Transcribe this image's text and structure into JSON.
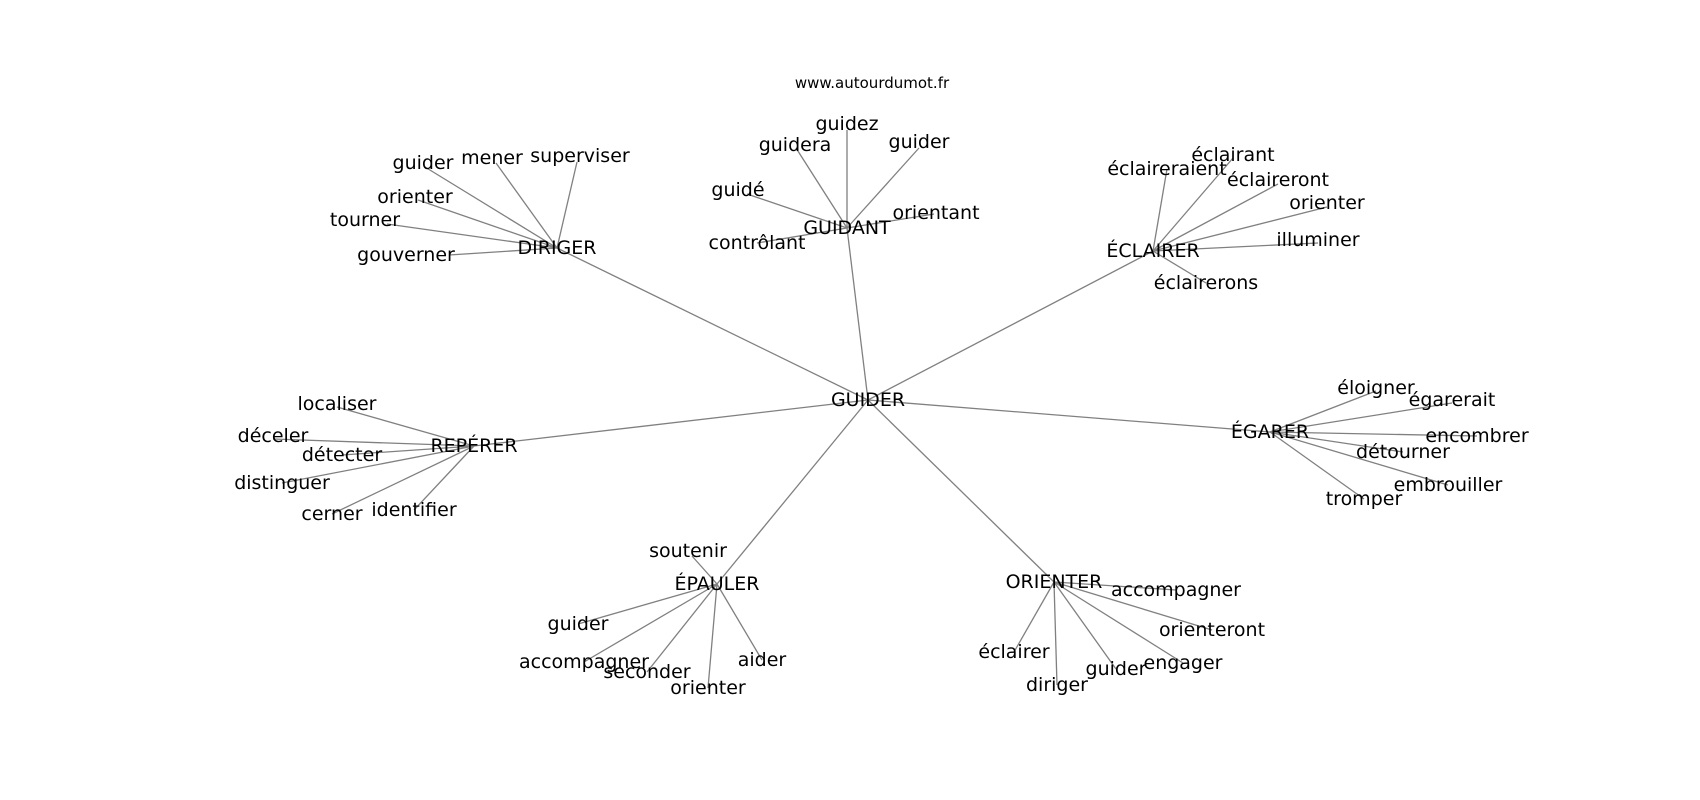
{
  "source": "www.autourdumot.fr",
  "root": "GUIDER",
  "groups": [
    {
      "name": "DIRIGER",
      "words": [
        "guider",
        "mener",
        "superviser",
        "orienter",
        "tourner",
        "gouverner"
      ]
    },
    {
      "name": "GUIDANT",
      "words": [
        "guidez",
        "guidera",
        "guider",
        "guidé",
        "orientant",
        "contrôlant"
      ]
    },
    {
      "name": "ÉCLAIRER",
      "words": [
        "éclairant",
        "éclaireraient",
        "éclaireront",
        "orienter",
        "illuminer",
        "éclairerons"
      ]
    },
    {
      "name": "REPÉRER",
      "words": [
        "localiser",
        "déceler",
        "détecter",
        "distinguer",
        "cerner",
        "identifier"
      ]
    },
    {
      "name": "ÉGARER",
      "words": [
        "éloigner",
        "égarerait",
        "encombrer",
        "détourner",
        "embrouiller",
        "tromper"
      ]
    },
    {
      "name": "ÉPAULER",
      "words": [
        "soutenir",
        "guider",
        "accompagner",
        "seconder",
        "orienter",
        "aider"
      ]
    },
    {
      "name": "ORIENTER",
      "words": [
        "accompagner",
        "orienteront",
        "éclairer",
        "diriger",
        "guider",
        "engager"
      ]
    }
  ]
}
